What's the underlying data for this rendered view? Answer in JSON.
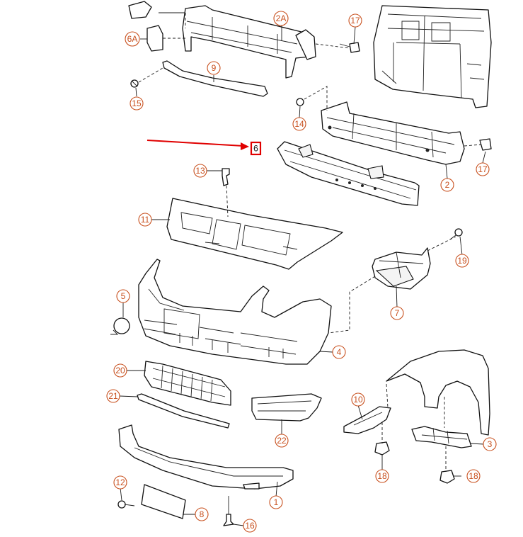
{
  "diagram": {
    "highlight": {
      "label": "6",
      "color": "#e00000"
    },
    "callout_color": "#c8501e",
    "callouts": [
      {
        "key": "c2a",
        "label": "2A"
      },
      {
        "key": "c6a",
        "label": "6A"
      },
      {
        "key": "c17a",
        "label": "17"
      },
      {
        "key": "c9",
        "label": "9"
      },
      {
        "key": "c15",
        "label": "15"
      },
      {
        "key": "c14",
        "label": "14"
      },
      {
        "key": "c17b",
        "label": "17"
      },
      {
        "key": "c2",
        "label": "2"
      },
      {
        "key": "c13",
        "label": "13"
      },
      {
        "key": "c11",
        "label": "11"
      },
      {
        "key": "c19",
        "label": "19"
      },
      {
        "key": "c7",
        "label": "7"
      },
      {
        "key": "c5",
        "label": "5"
      },
      {
        "key": "c4",
        "label": "4"
      },
      {
        "key": "c20",
        "label": "20"
      },
      {
        "key": "c21",
        "label": "21"
      },
      {
        "key": "c22",
        "label": "22"
      },
      {
        "key": "c10",
        "label": "10"
      },
      {
        "key": "c3",
        "label": "3"
      },
      {
        "key": "c18a",
        "label": "18"
      },
      {
        "key": "c18b",
        "label": "18"
      },
      {
        "key": "c12",
        "label": "12"
      },
      {
        "key": "c8",
        "label": "8"
      },
      {
        "key": "c1",
        "label": "1"
      },
      {
        "key": "c16",
        "label": "16"
      }
    ]
  }
}
